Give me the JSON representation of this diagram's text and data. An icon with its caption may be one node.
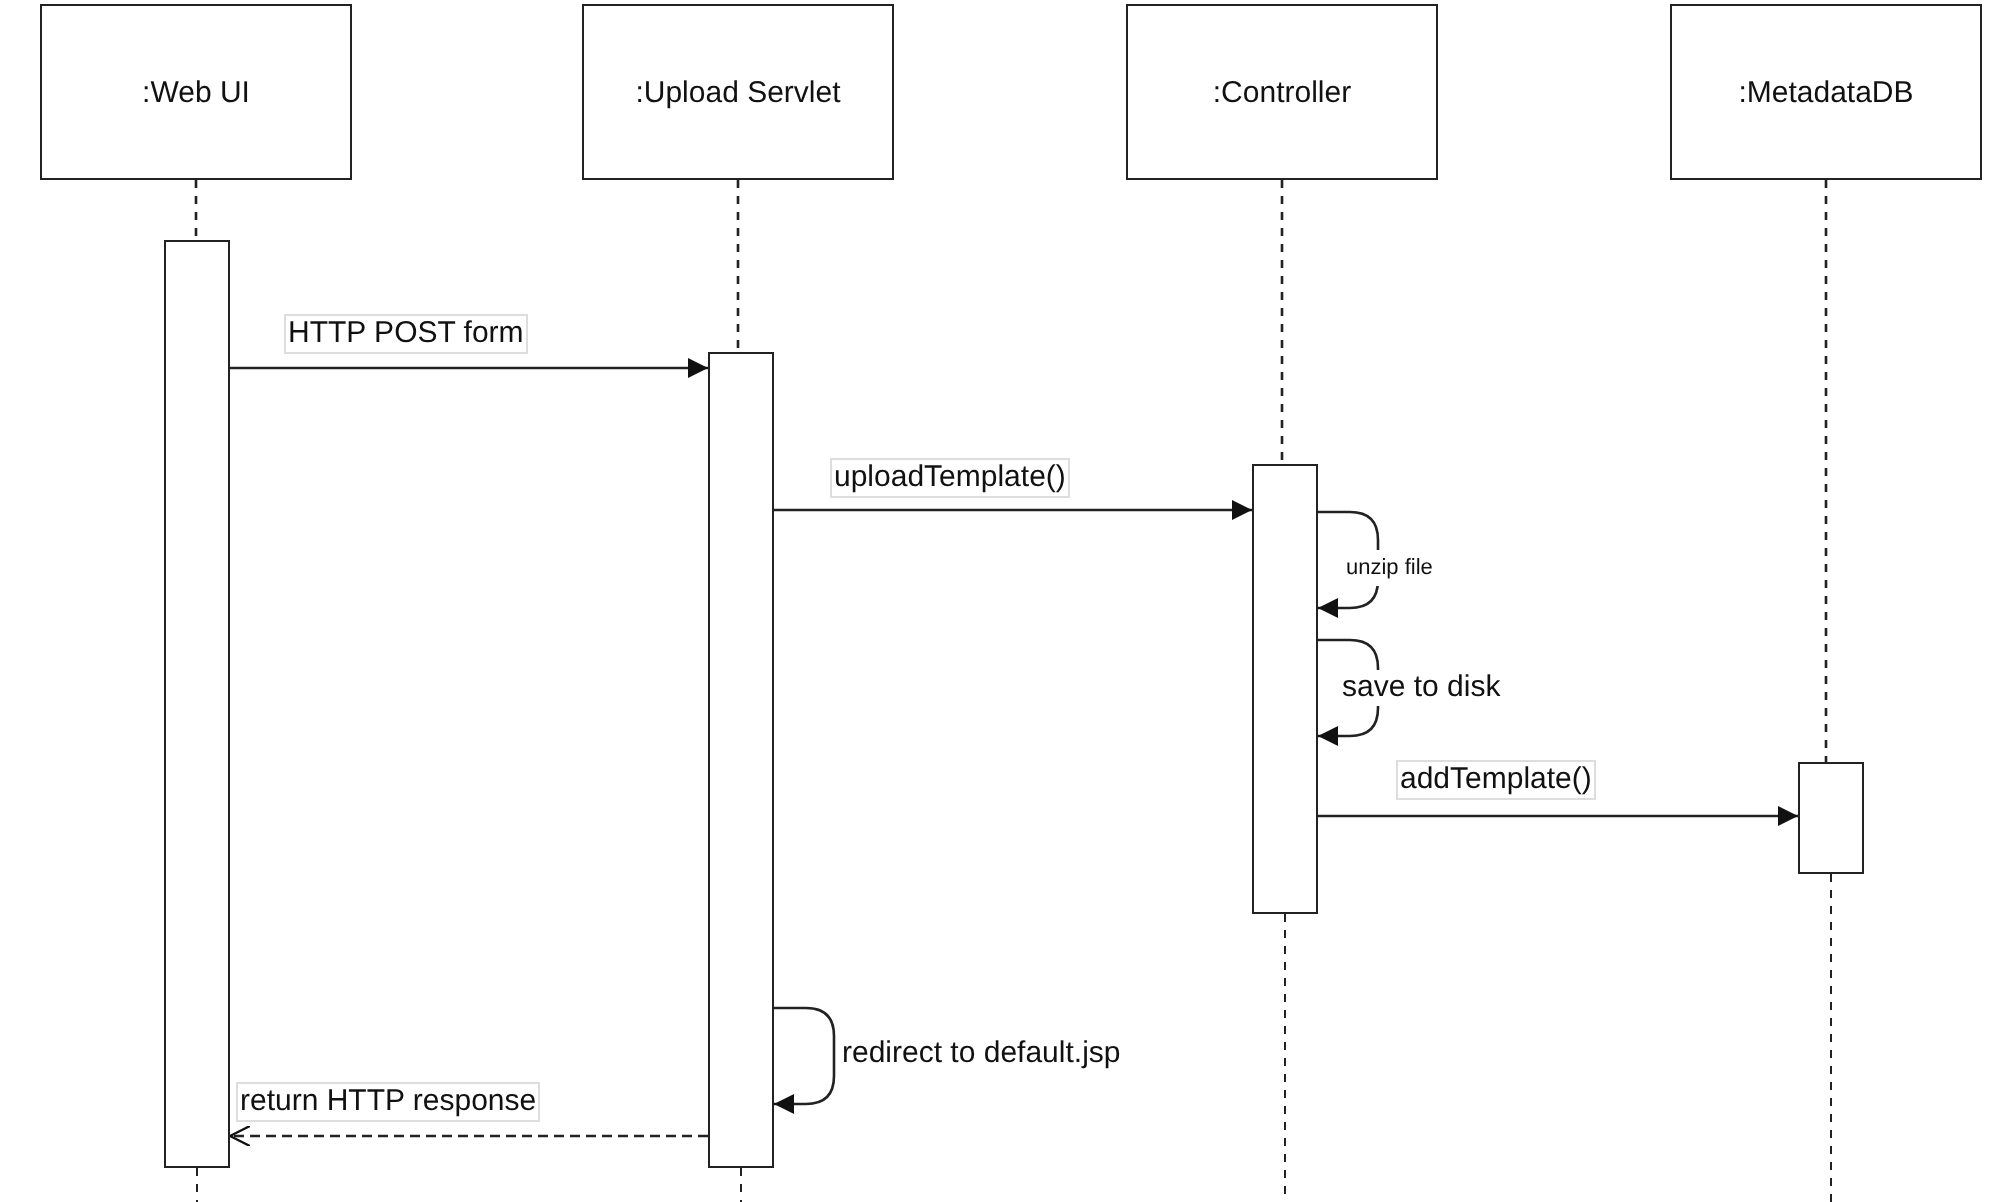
{
  "diagram": {
    "nodes": [
      {
        "text": [
          ":Web UI"
        ]
      },
      {
        "text": [
          ":Upload Servlet"
        ]
      },
      {
        "text": [
          ":Controller"
        ]
      },
      {
        "text": [
          ":MetadataDB"
        ]
      },
      {
        "text": [],
        "shape": "bar"
      },
      {
        "text": [],
        "shape": "bar"
      },
      {
        "text": [],
        "shape": "bar"
      },
      {
        "text": [],
        "shape": "bar"
      }
    ],
    "edges": [
      {
        "from": 0,
        "to": 4,
        "arrow": "none",
        "style": "dashed"
      },
      {
        "from": 1,
        "to": 5,
        "arrow": "none",
        "style": "dashed"
      },
      {
        "from": 2,
        "to": 6,
        "arrow": "none",
        "style": "dashed"
      },
      {
        "from": 3,
        "to": 7,
        "arrow": "none",
        "style": "dashed"
      },
      {
        "from": 4,
        "to": 5,
        "arrow": "to",
        "label": "HTTP POST form"
      },
      {
        "from": 5,
        "to": 6,
        "arrow": "to",
        "label": "uploadTemplate()"
      },
      {
        "from": 6,
        "to": 6,
        "arrow": "to",
        "label": "unzip file"
      },
      {
        "from": 6,
        "to": 6,
        "arrow": "to",
        "label": "save to disk"
      },
      {
        "from": 6,
        "to": 7,
        "arrow": "to",
        "label": "addTemplate()"
      },
      {
        "from": 5,
        "to": 5,
        "arrow": "to",
        "label": "redirect to default.jsp"
      },
      {
        "from": 5,
        "to": 4,
        "arrow": "to",
        "label": "return HTTP response",
        "style": "dashed"
      }
    ]
  }
}
